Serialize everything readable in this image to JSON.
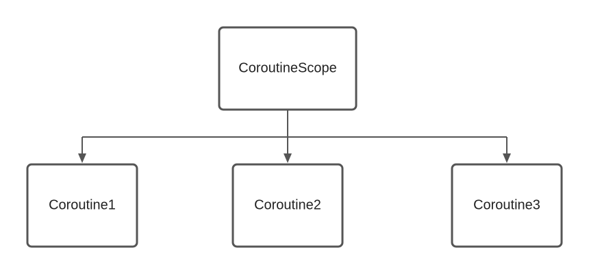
{
  "diagram": {
    "root": {
      "label": "CoroutineScope"
    },
    "children": [
      {
        "label": "Coroutine1"
      },
      {
        "label": "Coroutine2"
      },
      {
        "label": "Coroutine3"
      }
    ]
  }
}
